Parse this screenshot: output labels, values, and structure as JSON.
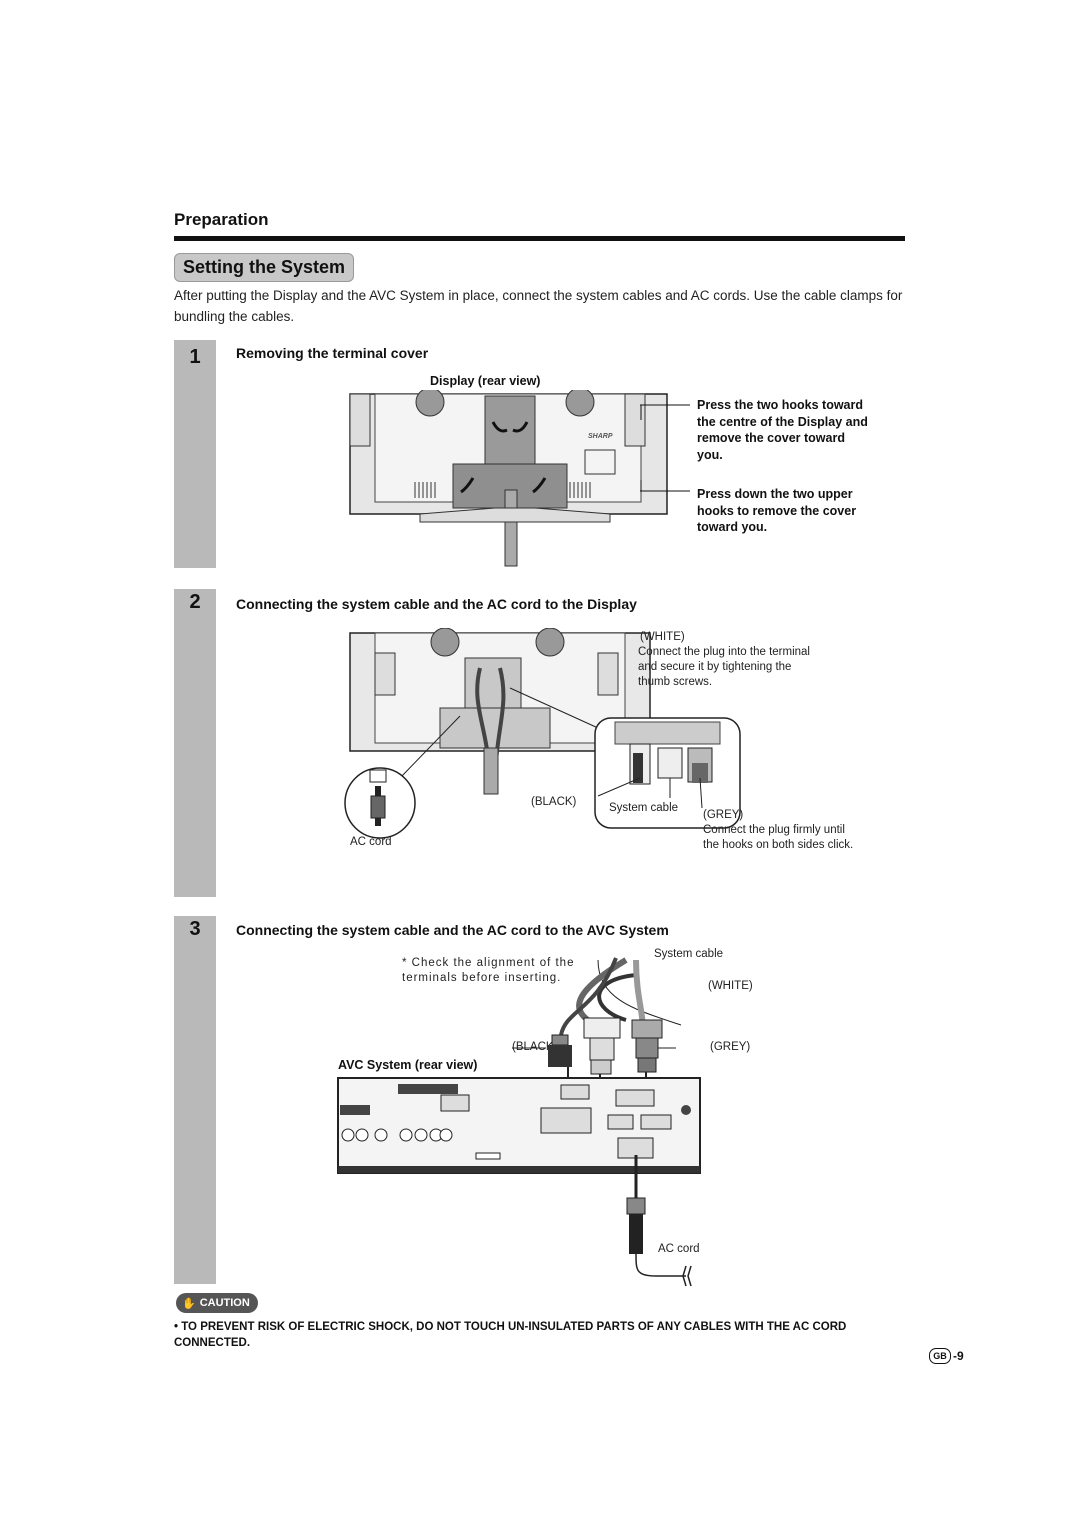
{
  "section_label": "Preparation",
  "title": "Setting the System",
  "intro": "After putting the Display and the AVC System in place, connect the system cables and AC cords. Use the cable clamps for bundling the cables.",
  "steps": [
    {
      "number": "1",
      "heading": "Removing the terminal cover",
      "diagram_caption": "Display (rear view)",
      "brand": "SHARP",
      "note_1": "Press the two hooks toward the centre of the Display and remove the cover toward you.",
      "note_2": "Press down the two upper hooks to remove the cover toward you."
    },
    {
      "number": "2",
      "heading": "Connecting the system cable and the AC cord to the Display",
      "white_label": "(WHITE)",
      "white_note": "Connect the plug into the terminal and secure it by tightening the thumb screws.",
      "black_label": "(BLACK)",
      "system_cable_label": "System cable",
      "grey_label": "(GREY)",
      "grey_note": "Connect the plug firmly until the hooks on both sides click.",
      "ac_cord_label": "AC cord"
    },
    {
      "number": "3",
      "heading": "Connecting the system cable and the AC cord to the AVC System",
      "check_note": "* Check the alignment of the terminals before inserting.",
      "system_cable_label": "System cable",
      "white_label": "(WHITE)",
      "black_label": "(BLACK)",
      "grey_label": "(GREY)",
      "diagram_caption": "AVC System (rear view)",
      "ac_cord_label": "AC cord"
    }
  ],
  "caution_label": "CAUTION",
  "warning": "TO PREVENT RISK OF ELECTRIC SHOCK, DO NOT TOUCH UN-INSULATED PARTS OF ANY CABLES WITH THE AC CORD CONNECTED.",
  "page_region": "GB",
  "page_number": "-9"
}
